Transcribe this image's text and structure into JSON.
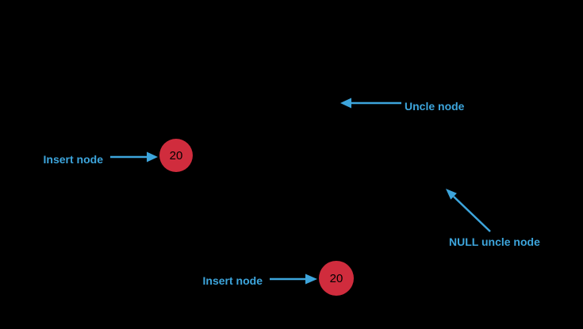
{
  "colors": {
    "background": "#000000",
    "node_fill": "#d02c3d",
    "node_text": "#000000",
    "annotation": "#3da5dc"
  },
  "nodes": [
    {
      "value": "20"
    },
    {
      "value": "20"
    }
  ],
  "labels": {
    "insert_top": "Insert node",
    "uncle": "Uncle node",
    "insert_bottom": "Insert node",
    "null_uncle": "NULL uncle node"
  }
}
